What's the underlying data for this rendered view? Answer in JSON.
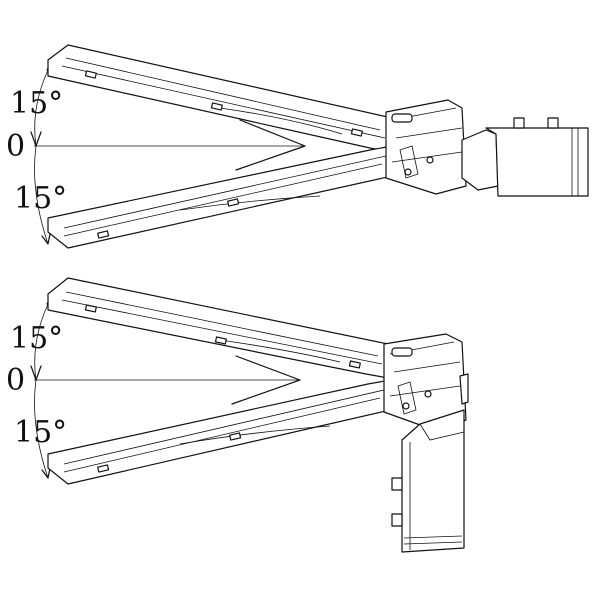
{
  "figure": {
    "views": [
      {
        "id": "top-view",
        "mount": "side-entry",
        "labels": {
          "upper_angle": "15°",
          "zero": "0",
          "lower_angle": "15°"
        }
      },
      {
        "id": "bottom-view",
        "mount": "post-top",
        "labels": {
          "upper_angle": "15°",
          "zero": "0",
          "lower_angle": "15°"
        }
      }
    ]
  }
}
